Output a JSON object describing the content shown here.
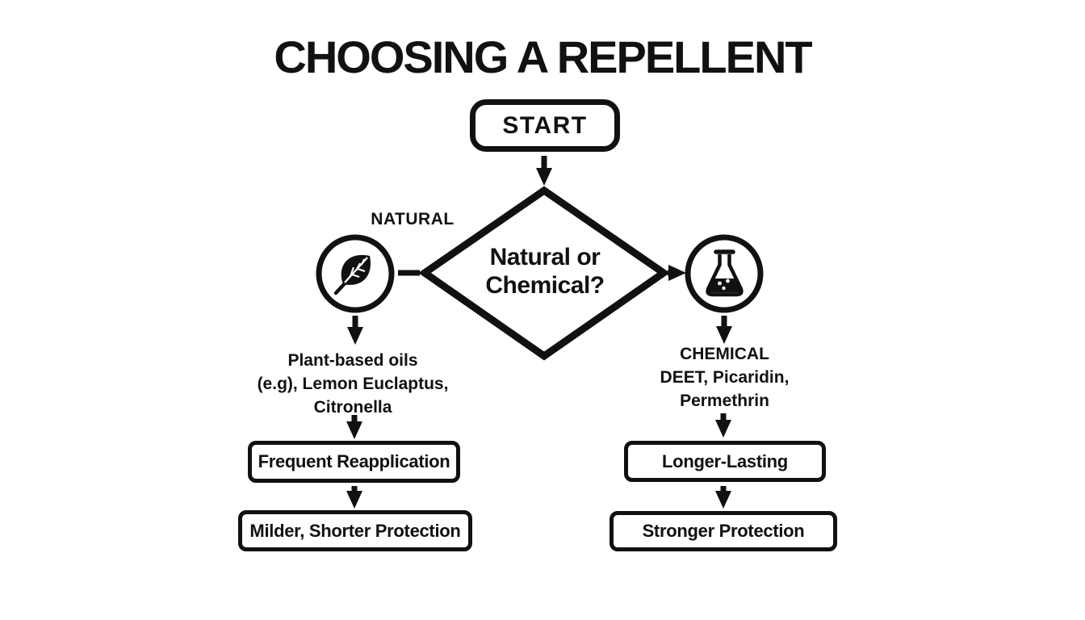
{
  "title": "CHOOSING A REPELLENT",
  "start": {
    "label": "START"
  },
  "decision": {
    "question_line1": "Natural or",
    "question_line2": "Chemical?"
  },
  "branches": {
    "natural": {
      "label": "NATURAL",
      "icon": "leaf-icon",
      "details": [
        "Plant-based oils",
        "(e.g), Lemon Euclaptus,",
        "Citronella"
      ],
      "steps": [
        "Frequent Reapplication",
        "Milder, Shorter Protection"
      ]
    },
    "chemical": {
      "label": "CHEMICAL",
      "icon": "flask-icon",
      "details": [
        "DEET, Picaridin,",
        "Permethrin"
      ],
      "steps": [
        "Longer-Lasting",
        "Stronger Protection"
      ]
    }
  },
  "colors": {
    "ink": "#111111",
    "background": "#ffffff"
  }
}
